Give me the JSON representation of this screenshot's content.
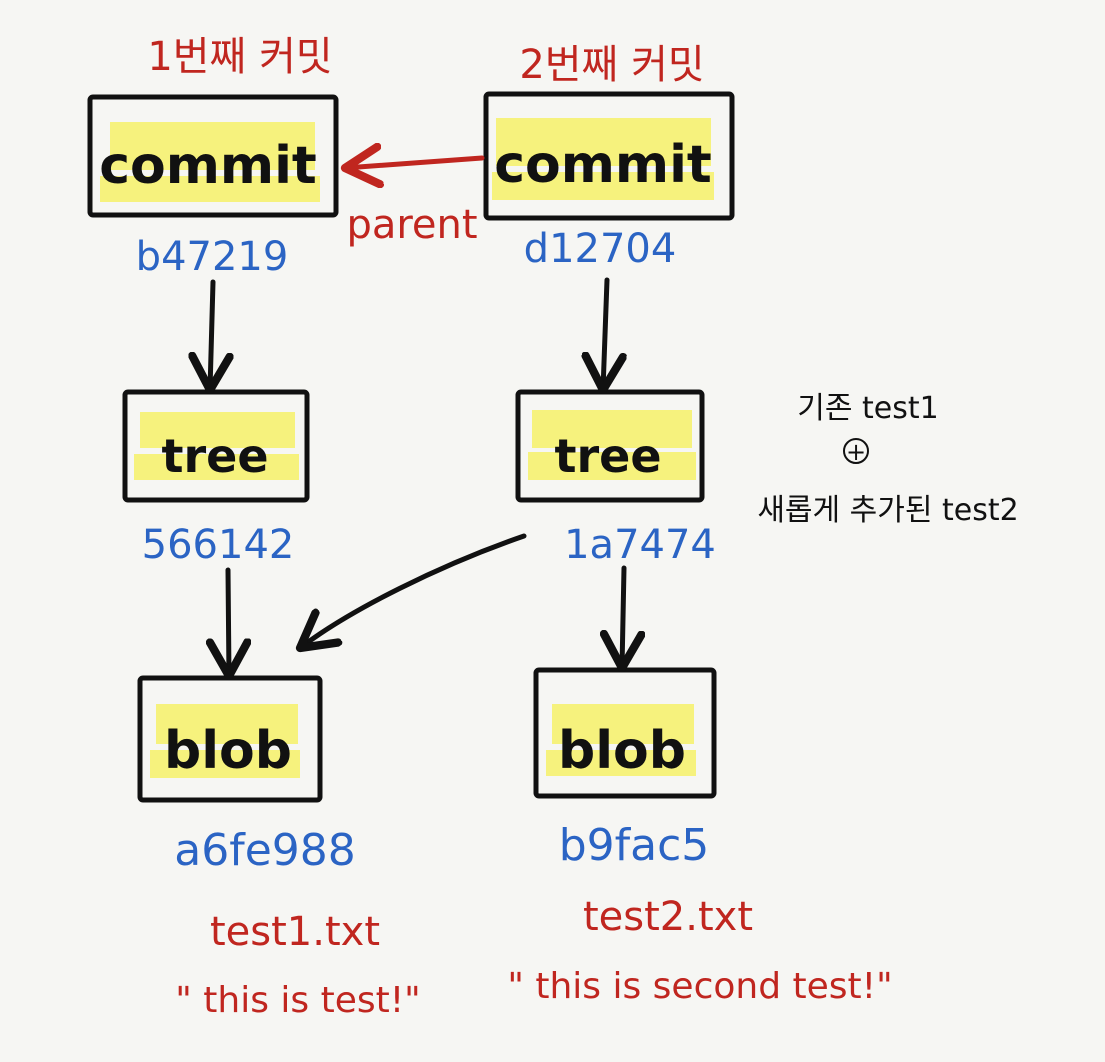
{
  "colors": {
    "red": "#c0261f",
    "blue": "#2b64c4",
    "black": "#111111",
    "highlight": "#f5f176",
    "background": "#f6f6f3"
  },
  "labels": {
    "commit1_title": "1번째 커밋",
    "commit2_title": "2번째 커밋",
    "parent": "parent"
  },
  "nodes": {
    "commit1": {
      "type": "commit",
      "hash": "b47219"
    },
    "commit2": {
      "type": "commit",
      "hash": "d12704"
    },
    "tree1": {
      "type": "tree",
      "hash": "566142"
    },
    "tree2": {
      "type": "tree",
      "hash": "1a7474"
    },
    "blob1": {
      "type": "blob",
      "hash": "a6fe988"
    },
    "blob2": {
      "type": "blob",
      "hash": "b9fac5"
    }
  },
  "files": {
    "file1_name": "test1.txt",
    "file1_content": "\" this is test!\"",
    "file2_name": "test2.txt",
    "file2_content": "\" this is second test!\""
  },
  "annotation": {
    "line1": "기존 test1",
    "plus": "+",
    "line2": "새롭게 추가된 test2"
  }
}
